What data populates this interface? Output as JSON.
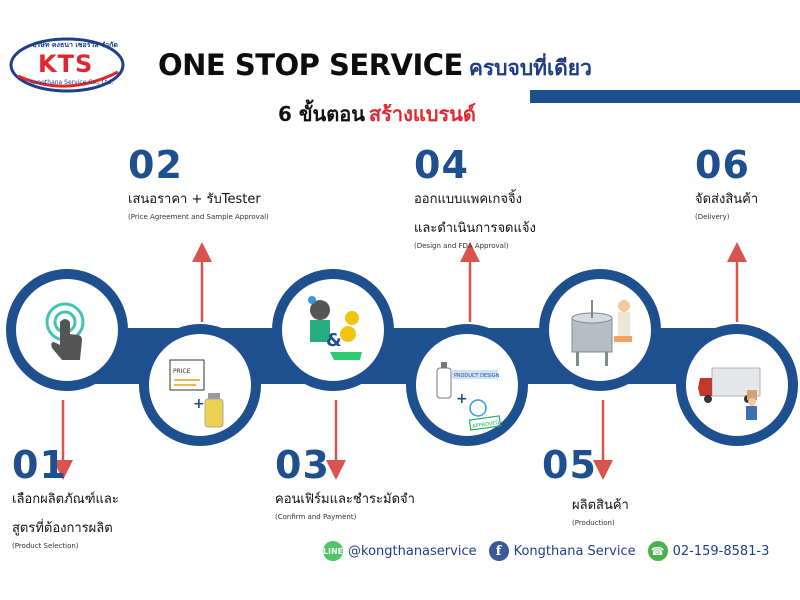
{
  "logo": {
    "top_text": "บริษัท คงธนา เซอร์วิส จำกัด",
    "main_text": "KTS",
    "sub_text": "Kongthana Service Co., Ltd."
  },
  "title": {
    "main": "ONE STOP SERVICE",
    "thai": "ครบจบที่เดียว"
  },
  "subtitle": {
    "part_a": "6 ขั้นตอน",
    "part_b": "สร้างแบรนด์"
  },
  "steps": [
    {
      "number": "01",
      "thai_line1": "เลือกผลิตภัณฑ์และ",
      "thai_line2": "สูตรที่ต้องการผลิต",
      "english": "(Product Selection)"
    },
    {
      "number": "02",
      "thai_line1": "เสนอราคา + รับTester",
      "thai_line2": "",
      "english": "(Price Agreement and Sample Approval)"
    },
    {
      "number": "03",
      "thai_line1": "คอนเฟิร์มและชำระมัดจำ",
      "thai_line2": "",
      "english": "(Confirm and Payment)"
    },
    {
      "number": "04",
      "thai_line1": "ออกแบบแพคเกจจิ้ง",
      "thai_line2": "และดำเนินการจดแจ้ง",
      "english": "(Design and FDA Approval)"
    },
    {
      "number": "05",
      "thai_line1": "ผลิตสินค้า",
      "thai_line2": "",
      "english": "(Production)"
    },
    {
      "number": "06",
      "thai_line1": "จัดส่งสินค้า",
      "thai_line2": "",
      "english": "(Delivery)"
    }
  ],
  "icon_labels": {
    "price_tag": "PRICE",
    "product_design": "PRODUCT DESIGN",
    "approved": "APPROVED"
  },
  "footer": {
    "line_icon_text": "LINE",
    "line_handle": "@kongthanaservice",
    "facebook_name": "Kongthana Service",
    "phone": "02-159-8581-3"
  },
  "colors": {
    "navy": "#1e4f8f",
    "red": "#e0272f",
    "arrow_red": "#d9534f",
    "line_green": "#4cc764",
    "facebook_blue": "#3b5998",
    "phone_green": "#4caf50"
  }
}
